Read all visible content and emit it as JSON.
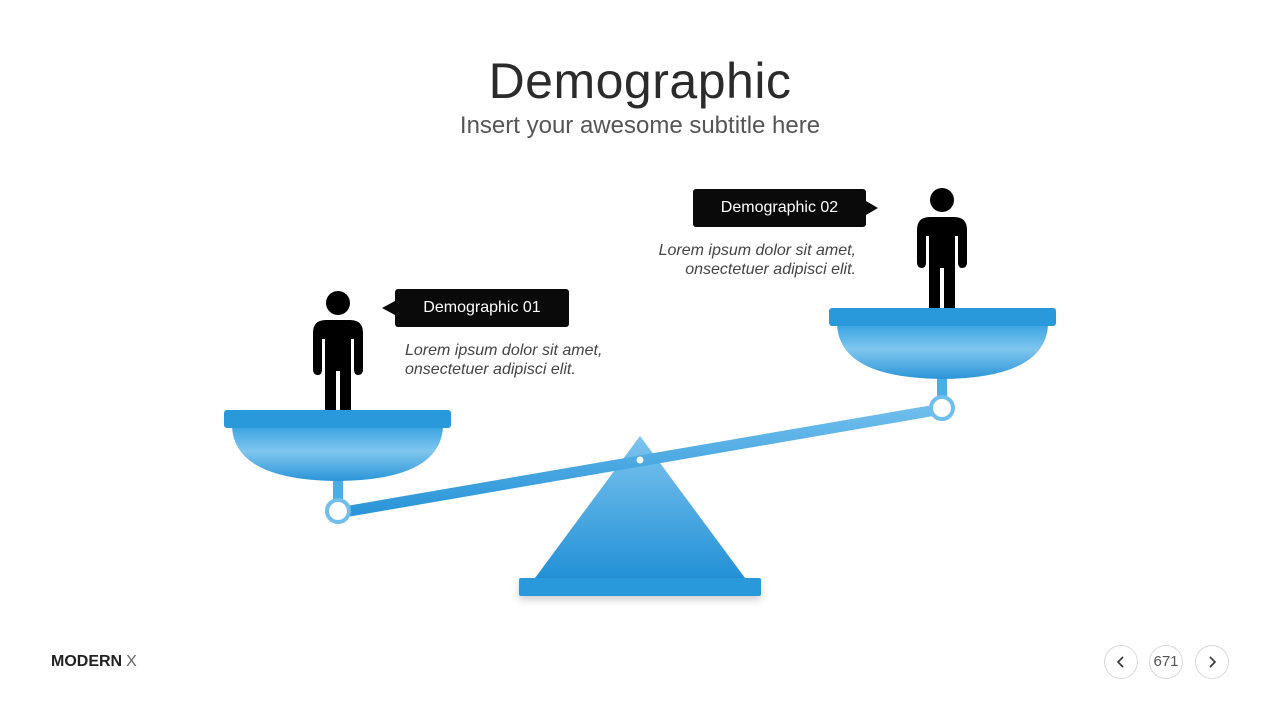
{
  "slide": {
    "title": "Demographic",
    "subtitle": "Insert your awesome subtitle here"
  },
  "items": [
    {
      "label": "Demographic 01",
      "text_line1": "Lorem ipsum dolor sit amet,",
      "text_line2": "onsectetuer adipisci elit."
    },
    {
      "label": "Demographic 02",
      "text_line1": "Lorem ipsum dolor sit amet,",
      "text_line2": "onsectetuer adipisci elit."
    }
  ],
  "footer": {
    "brand": "MODERN",
    "brand_suffix": "X",
    "page": "671",
    "prev_icon": "chevron-left-icon",
    "next_icon": "chevron-right-icon"
  },
  "colors": {
    "accent_blue": "#2a99dc",
    "light_blue": "#74c1ec",
    "callout_bg": "#0a0a0a"
  }
}
